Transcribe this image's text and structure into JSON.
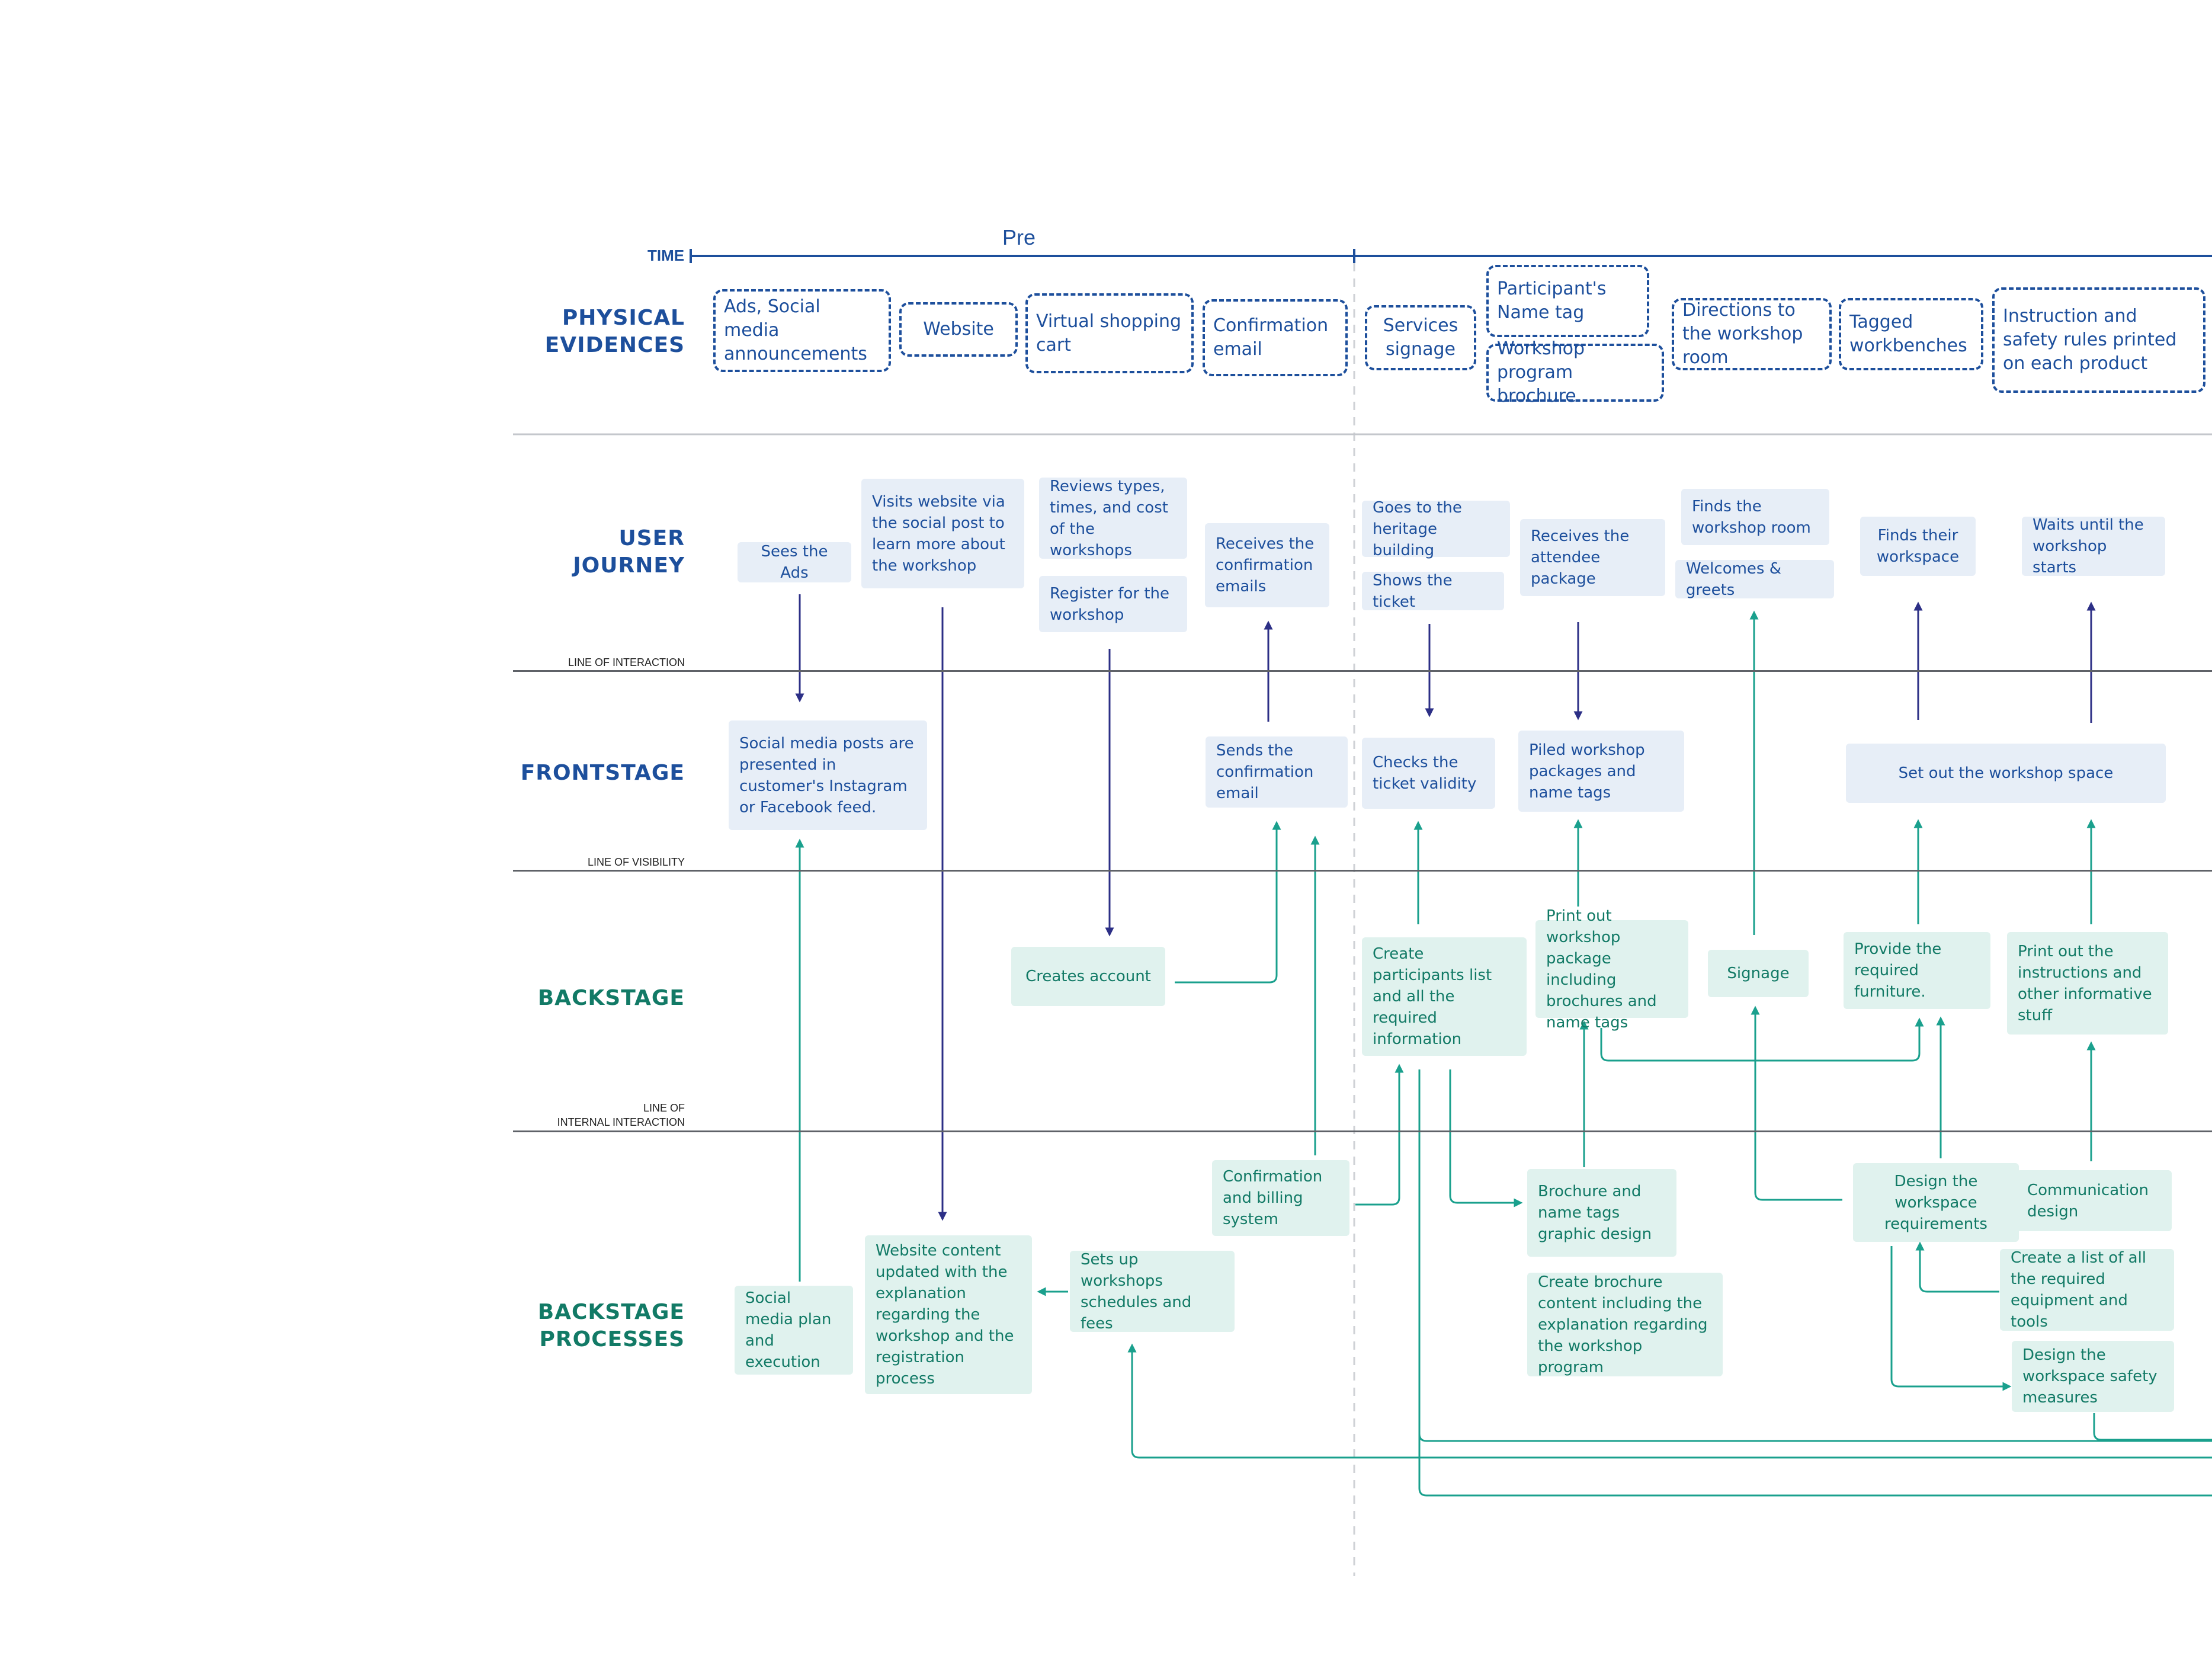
{
  "time_label": "TIME",
  "phase_label": "Pre",
  "lanes": {
    "physical": "PHYSICAL\nEVIDENCES",
    "user": "USER\nJOURNEY",
    "frontstage": "FRONTSTAGE",
    "backstage": "BACKSTAGE",
    "processes": "BACKSTAGE\nPROCESSES"
  },
  "lines": {
    "interaction": "LINE OF INTERACTION",
    "visibility": "LINE OF VISIBILITY",
    "internal": "LINE OF\nINTERNAL INTERACTION"
  },
  "physical_evidences": [
    "Ads, Social media announcements",
    "Website",
    "Virtual shopping cart",
    "Confirmation email",
    "Services signage",
    "Participant's Name tag",
    "Workshop program brochure",
    "Directions to the workshop room",
    "Tagged workbenches",
    "Instruction and safety rules printed on each product"
  ],
  "user_journey": [
    "Sees the Ads",
    "Visits website via the social post to learn more about the workshop",
    "Reviews types, times, and cost of the workshops",
    "Register for the workshop",
    "Receives the confirmation emails",
    "Goes to the heritage building",
    "Shows the ticket",
    "Receives the attendee package",
    "Finds the workshop room",
    "Welcomes & greets",
    "Finds their workspace",
    "Waits until the workshop starts"
  ],
  "frontstage": [
    "Social media posts are presented in customer's Instagram or Facebook feed.",
    "Sends the confirmation email",
    "Checks the ticket validity",
    "Piled workshop packages and name tags",
    "Set out the workshop space"
  ],
  "backstage": [
    "Creates account",
    "Create participants list and all the required information",
    "Print out workshop package including brochures and name tags",
    "Signage",
    "Provide the required furniture.",
    "Print out the instructions and other informative stuff"
  ],
  "processes": [
    "Social media plan and execution",
    "Website content updated with the explanation regarding the workshop and the registration process",
    "Sets up workshops schedules and fees",
    "Confirmation and billing system",
    "Brochure and name tags graphic design",
    "Create brochure content including the explanation regarding the workshop program",
    "Design the workspace requirements",
    "Communication design",
    "Create a list of all the required equipment and tools",
    "Design the workspace safety measures"
  ],
  "colors": {
    "blue": "#1d4f9c",
    "green": "#127a66",
    "arrow_blue": "#2c2f86",
    "arrow_green": "#1aa08d"
  }
}
